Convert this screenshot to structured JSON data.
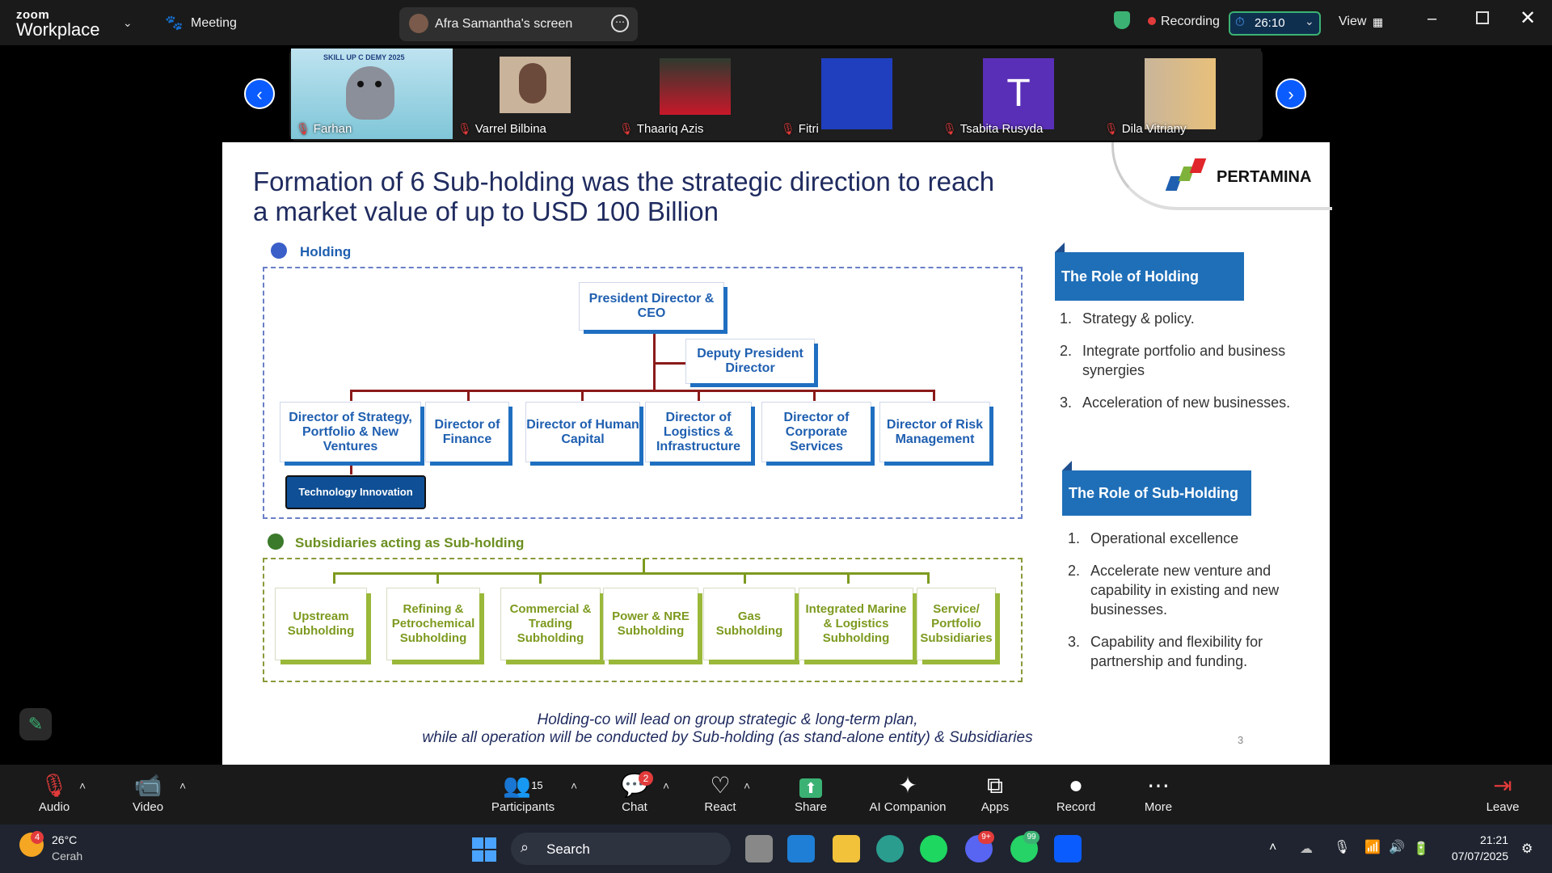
{
  "topbar": {
    "brand_small": "zoom",
    "brand_big": "Workplace",
    "meeting_label": "Meeting",
    "screen_label": "Afra Samantha's screen",
    "recording_label": "Recording",
    "timer": "26:10",
    "view_label": "View"
  },
  "gallery": {
    "participants": [
      {
        "name": "Farhan"
      },
      {
        "name": "Varrel Bilbina"
      },
      {
        "name": "Thaariq Azis"
      },
      {
        "name": "Fitri"
      },
      {
        "name": "Tsabita Rusyda",
        "initial": "T"
      },
      {
        "name": "Dila Vitriany"
      }
    ],
    "tile0_caption": "SKILL UP C   DEMY 2025"
  },
  "slide": {
    "title_line1": "Formation of 6 Sub-holding was the strategic direction to reach",
    "title_line2": "a market value of up to USD 100 Billion",
    "logo_text": "PERTAMINA",
    "holding_label": "Holding",
    "president": "President Director & CEO",
    "deputy": "Deputy President Director",
    "directors": [
      "Director of Strategy, Portfolio & New Ventures",
      "Director of Finance",
      "Director of Human Capital",
      "Director of Logistics & Infrastructure",
      "Director of Corporate Services",
      "Director of Risk Management"
    ],
    "tech_innovation": "Technology Innovation",
    "subsidiaries_label": "Subsidiaries acting as Sub-holding",
    "subholdings": [
      "Upstream Subholding",
      "Refining & Petrochemical Subholding",
      "Commercial & Trading Subholding",
      "Power & NRE Subholding",
      "Gas Subholding",
      "Integrated Marine & Logistics Subholding",
      "Service/ Portfolio Subsidiaries"
    ],
    "role_holding_title": "The Role of Holding",
    "role_holding_items": [
      "Strategy & policy.",
      "Integrate portfolio and business synergies",
      "Acceleration of new businesses."
    ],
    "role_sub_title": "The Role of Sub-Holding",
    "role_sub_items": [
      "Operational excellence",
      "Accelerate new venture and capability in existing and new businesses.",
      "Capability and flexibility  for partnership and funding."
    ],
    "footer_line1": "Holding-co will lead on group strategic & long-term plan,",
    "footer_line2": "while all operation will be conducted by Sub-holding (as stand-alone entity) & Subsidiaries",
    "page_number": "3"
  },
  "toolbar": {
    "audio": "Audio",
    "video": "Video",
    "participants": "Participants",
    "participants_count": "15",
    "chat": "Chat",
    "chat_badge": "2",
    "react": "React",
    "share": "Share",
    "ai": "AI Companion",
    "apps": "Apps",
    "record": "Record",
    "more": "More",
    "leave": "Leave"
  },
  "taskbar": {
    "weather_temp": "26°C",
    "weather_desc": "Cerah",
    "weather_badge": "4",
    "search": "Search",
    "discord_badge": "9+",
    "whatsapp_badge": "99",
    "time": "21:21",
    "date": "07/07/2025"
  },
  "colors": {
    "accent": "#0b5cff",
    "slide_navy": "#1f2b5f",
    "box_blue": "#1f6fc1",
    "sub_green": "#9ab83a",
    "recording_red": "#e23b3b"
  }
}
